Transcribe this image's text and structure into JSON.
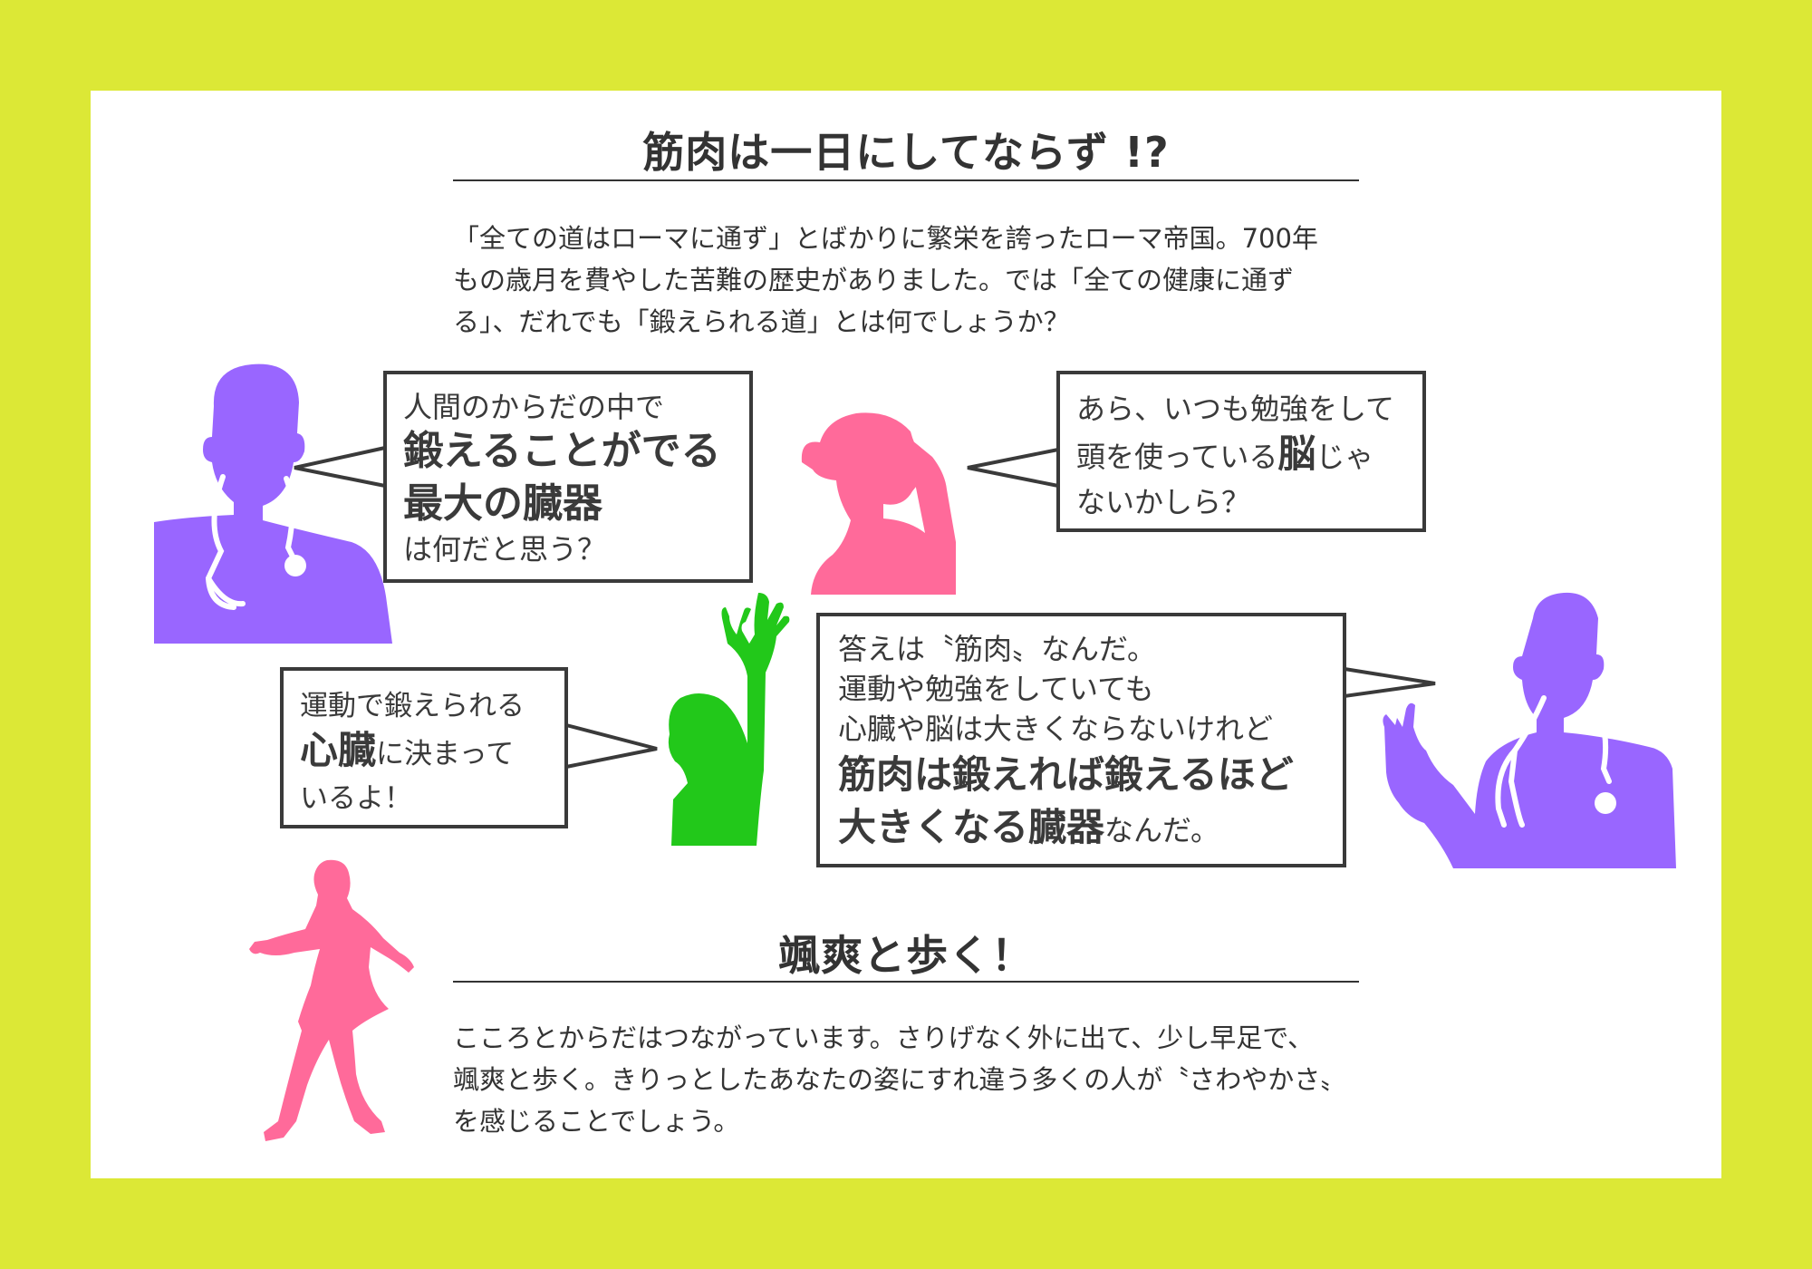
{
  "colors": {
    "background": "#dce836",
    "panel": "#ffffff",
    "text": "#333333",
    "doctor": "#9966ff",
    "woman": "#ff6a9a",
    "child": "#22c81a",
    "walker": "#ff6a9a"
  },
  "section1": {
    "title": "筋肉は一日にしてならず !?",
    "lines": [
      "「全ての道はローマに通ず」とばかりに繁栄を誇ったローマ帝国。700年",
      "もの歳月を費やした苦難の歴史がありました。では「全ての健康に通ず",
      "る」、だれでも「鍛えられる道」とは何でしょうか？"
    ]
  },
  "bubbles": {
    "doctor_question": {
      "l1": "人間のからだの中で",
      "l2": "鍛えることがでる",
      "l3": "最大の臓器",
      "l4": "は何だと思う？"
    },
    "woman_answer": {
      "l1": "あら、いつも勉強をして",
      "l2a": "頭を使っている",
      "l2b": "脳",
      "l2c": "じゃ",
      "l3": "ないかしら？"
    },
    "child_answer": {
      "l1": "運動で鍛えられる",
      "l2a": "心臓",
      "l2b": "に決まって",
      "l3": "いるよ！"
    },
    "doctor_answer": {
      "l1": "答えは〝筋肉〟なんだ。",
      "l2": "運動や勉強をしていても",
      "l3": "心臓や脳は大きくならないけれど",
      "l4": "筋肉は鍛えれば鍛えるほど",
      "l5a": "大きくなる臓器",
      "l5b": "なんだ。"
    }
  },
  "section2": {
    "title": "颯爽と歩く！",
    "lines": [
      "こころとからだはつながっています。さりげなく外に出て、少し早足で、",
      "颯爽と歩く。きりっとしたあなたの姿にすれ違う多くの人が〝さわやかさ〟",
      "を感じることでしょう。"
    ]
  },
  "icons": {
    "doctor_left": "doctor-silhouette",
    "woman": "woman-thinking-silhouette",
    "child": "child-raising-hand-silhouette",
    "doctor_right": "doctor-explaining-silhouette",
    "walker": "walking-woman-silhouette"
  }
}
